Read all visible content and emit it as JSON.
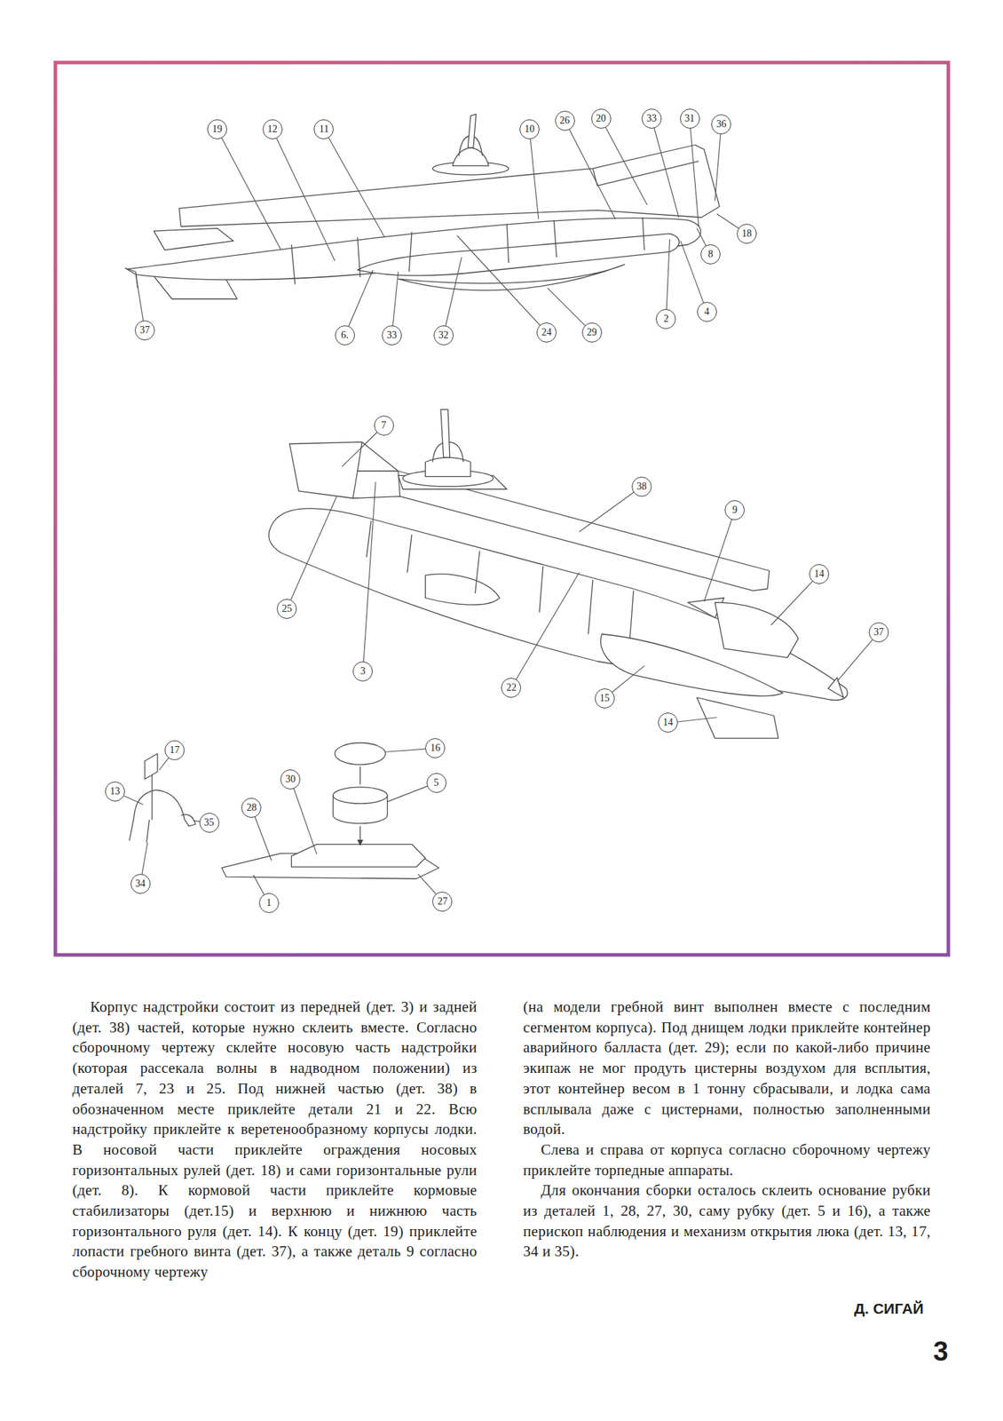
{
  "diagram": {
    "nodes": [
      {
        "text": [
          "19"
        ]
      },
      {
        "text": [
          "12"
        ]
      },
      {
        "text": [
          "11"
        ]
      },
      {
        "text": [
          "10"
        ]
      },
      {
        "text": [
          "26"
        ]
      },
      {
        "text": [
          "20"
        ]
      },
      {
        "text": [
          "33"
        ]
      },
      {
        "text": [
          "31"
        ]
      },
      {
        "text": [
          "36"
        ]
      },
      {
        "text": [
          "18"
        ]
      },
      {
        "text": [
          "8"
        ]
      },
      {
        "text": [
          "4"
        ]
      },
      {
        "text": [
          "2"
        ]
      },
      {
        "text": [
          "29"
        ]
      },
      {
        "text": [
          "24"
        ]
      },
      {
        "text": [
          "32"
        ]
      },
      {
        "text": [
          "33"
        ]
      },
      {
        "text": [
          "6."
        ]
      },
      {
        "text": [
          "37"
        ]
      },
      {
        "text": [
          "7"
        ]
      },
      {
        "text": [
          "38"
        ]
      },
      {
        "text": [
          "9"
        ]
      },
      {
        "text": [
          "14"
        ]
      },
      {
        "text": [
          "37"
        ]
      },
      {
        "text": [
          "25"
        ]
      },
      {
        "text": [
          "3"
        ]
      },
      {
        "text": [
          "22"
        ]
      },
      {
        "text": [
          "15"
        ]
      },
      {
        "text": [
          "14"
        ]
      },
      {
        "text": [
          "17"
        ]
      },
      {
        "text": [
          "13"
        ]
      },
      {
        "text": [
          "35"
        ]
      },
      {
        "text": [
          "34"
        ]
      },
      {
        "text": [
          "16"
        ]
      },
      {
        "text": [
          "5"
        ]
      },
      {
        "text": [
          "30"
        ]
      },
      {
        "text": [
          "28"
        ]
      },
      {
        "text": [
          "1"
        ]
      },
      {
        "text": [
          "27"
        ]
      }
    ],
    "labels": [
      "Корпус надстройки состоит из передней (дет. 3) и задней (дет. 38) частей, которые нужно склеить вместе. Согласно сборочному чертежу склейте носовую часть надстройки (которая рассекала волны в надводном положении) из деталей 7, 23 и 25. Под нижней частью (дет. 38) в обозначенном месте приклейте детали 21 и 22. Всю надстройку приклейте к веретенообразному корпусы лодки. В носовой части приклейте ограждения носовых горизонтальных рулей (дет. 18) и сами горизонтальные рули (дет. 8). К кормовой части приклейте кормовые стабилизаторы (дет.15) и верхнюю и нижнюю часть горизонтального руля (дет. 14). К концу (дет. 19) приклейте лопасти гребного винта (дет. 37), а также деталь 9 согласно сборочному чертежу",
      "(на модели гребной винт выполнен вместе с последним сегментом корпуса). Под днищем лодки приклейте контейнер аварийного балласта (дет. 29); если по какой-либо причине экипаж не мог продуть цистерны воздухом для всплытия, этот контейнер весом в 1 тонну сбрасывали, и лодка сама всплывала даже с цистернами, полностью заполненными водой.",
      "Слева и справа от корпуса согласно сборочному чертежу приклейте торпедные аппараты.",
      "Для окончания сборки осталось склеить основание рубки из деталей 1, 28, 27, 30, саму рубку (дет. 5 и 16), а также перископ наблюдения и механизм открытия люка (дет. 13, 17, 34 и 35).",
      "Д. СИГАЙ",
      "3"
    ]
  }
}
